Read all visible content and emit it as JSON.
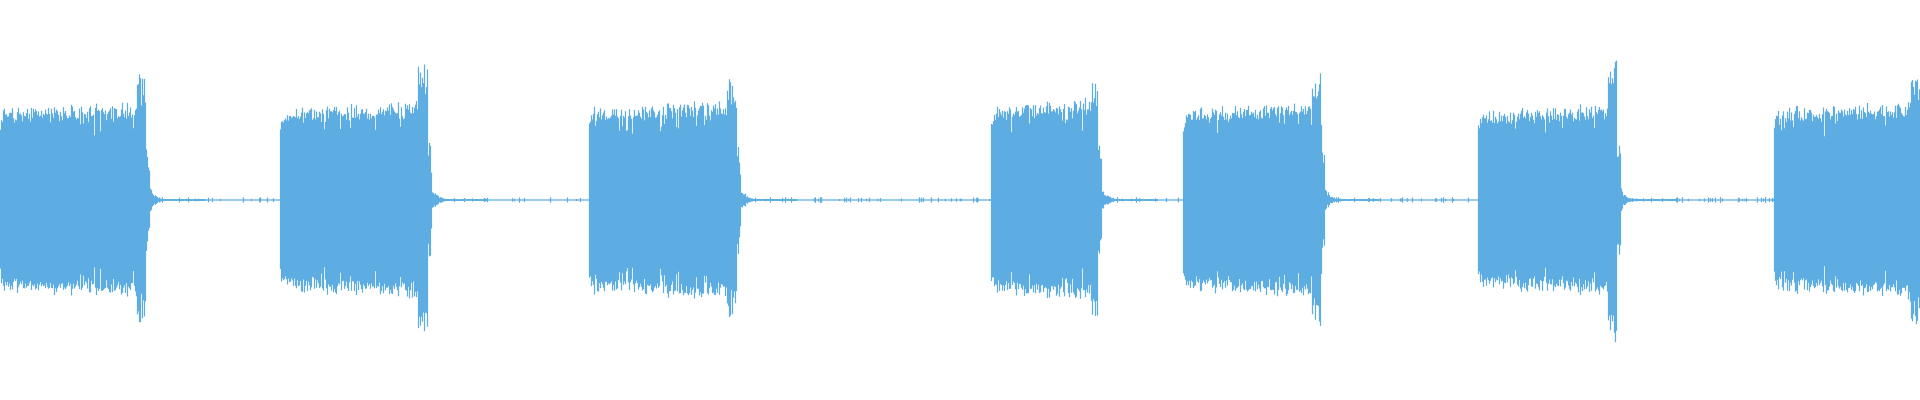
{
  "waveform": {
    "color": "#5dade2",
    "background": "#ffffff",
    "amplitude_fraction_of_half_height": 0.8,
    "time_extent_fraction": [
      0.0,
      1.0
    ],
    "segments": [
      {
        "start": 0.0,
        "end": 0.076,
        "level": 0.62,
        "peak": 0.8
      },
      {
        "start": 0.146,
        "end": 0.223,
        "level": 0.62,
        "peak": 0.9
      },
      {
        "start": 0.307,
        "end": 0.384,
        "level": 0.63,
        "peak": 0.78
      },
      {
        "start": 0.516,
        "end": 0.572,
        "level": 0.64,
        "peak": 0.76
      },
      {
        "start": 0.616,
        "end": 0.688,
        "level": 0.62,
        "peak": 0.82
      },
      {
        "start": 0.77,
        "end": 0.842,
        "level": 0.6,
        "peak": 0.9
      },
      {
        "start": 0.924,
        "end": 1.0,
        "level": 0.62,
        "peak": 0.83
      }
    ],
    "gaps_have_faint_noise": true
  }
}
